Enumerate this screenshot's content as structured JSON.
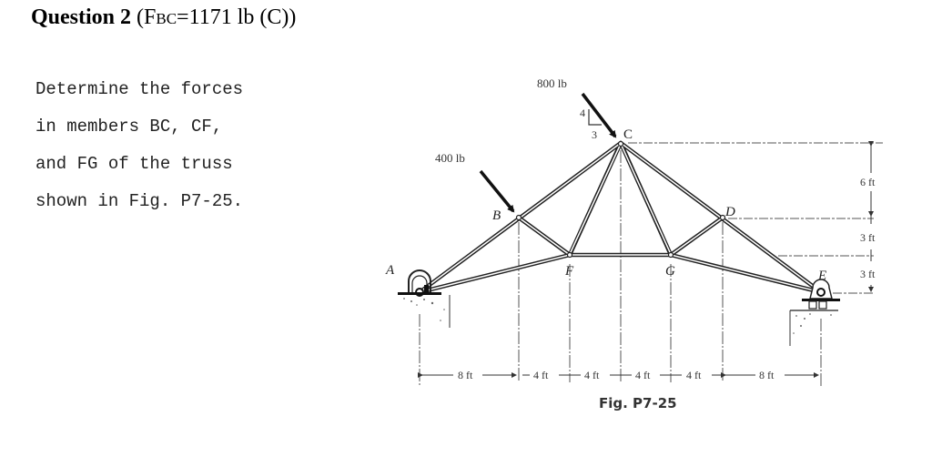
{
  "header": {
    "question_label": "Question 2",
    "answer_open": " (F",
    "answer_subscript": "BC",
    "answer_rest": "=1171 lb (C))"
  },
  "problem": {
    "lines": [
      "Determine the forces",
      "in members BC, CF,",
      "and FG of the truss",
      "shown in Fig. P7-25."
    ]
  },
  "figure": {
    "caption": "Fig. P7-25",
    "joints": {
      "A": "A",
      "B": "B",
      "C": "C",
      "D": "D",
      "E": "E",
      "F": "F",
      "G": "G"
    },
    "loads": {
      "at_B": "400 lb",
      "at_C": "800 lb",
      "slope_rise": "4",
      "slope_run": "3"
    },
    "horizontal_dimensions": [
      "8 ft",
      "4 ft",
      "4 ft",
      "4 ft",
      "4 ft",
      "8 ft"
    ],
    "vertical_dimensions": [
      "6 ft",
      "3 ft",
      "3 ft"
    ]
  }
}
